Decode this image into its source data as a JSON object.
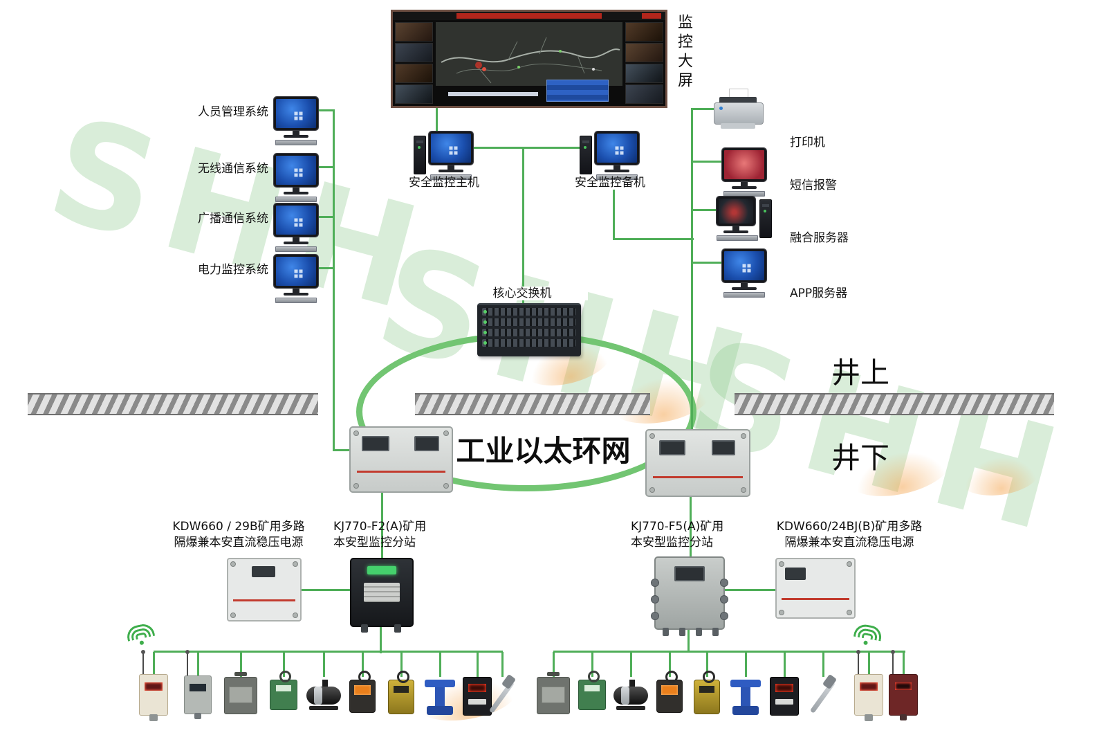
{
  "watermark": {
    "text": "SHH"
  },
  "colors": {
    "line_green": "#4fae58",
    "ring_green": "#72c572"
  },
  "screen_wall": {
    "label": "监控大屏"
  },
  "surface_systems": {
    "items": [
      {
        "label": "人员管理系统"
      },
      {
        "label": "无线通信系统"
      },
      {
        "label": "广播通信系统"
      },
      {
        "label": "电力监控系统"
      }
    ]
  },
  "hosts": {
    "main": {
      "label": "安全监控主机"
    },
    "backup": {
      "label": "安全监控备机"
    }
  },
  "surface_devices": {
    "items": [
      {
        "label": "打印机"
      },
      {
        "label": "短信报警"
      },
      {
        "label": "融合服务器"
      },
      {
        "label": "APP服务器"
      }
    ]
  },
  "core_switch": {
    "label": "核心交换机"
  },
  "zones": {
    "surface": "井上",
    "underground": "井下"
  },
  "ring_network": {
    "label": "工业以太环网"
  },
  "underground_equipment": {
    "left_power": {
      "line1": "KDW660 / 29B矿用多路",
      "line2": "隔爆兼本安直流稳压电源"
    },
    "left_substation": {
      "line1": "KJ770-F2(A)矿用",
      "line2": "本安型监控分站"
    },
    "right_substation": {
      "line1": "KJ770-F5(A)矿用",
      "line2": "本安型监控分站"
    },
    "right_power": {
      "line1": "KDW660/24BJ(B)矿用多路",
      "line2": "隔爆兼本安直流稳压电源"
    }
  },
  "sensors": {
    "left": [
      "wireless-sensor-beige",
      "wireless-sensor-gray",
      "dust-sensor-box",
      "methane-sensor-green",
      "flow-sensor-cylinder",
      "gas-sensor-orange",
      "temperature-sensor-yellow",
      "pressure-device-blue",
      "display-sensor-black",
      "cable-hanger"
    ],
    "right": [
      "dust-sensor-box",
      "methane-sensor-green",
      "flow-sensor-cylinder",
      "gas-sensor-orange",
      "temperature-sensor-yellow",
      "pressure-device-blue",
      "display-sensor-black",
      "cable-hanger",
      "wireless-sensor-beige",
      "wireless-sensor-maroon"
    ]
  }
}
